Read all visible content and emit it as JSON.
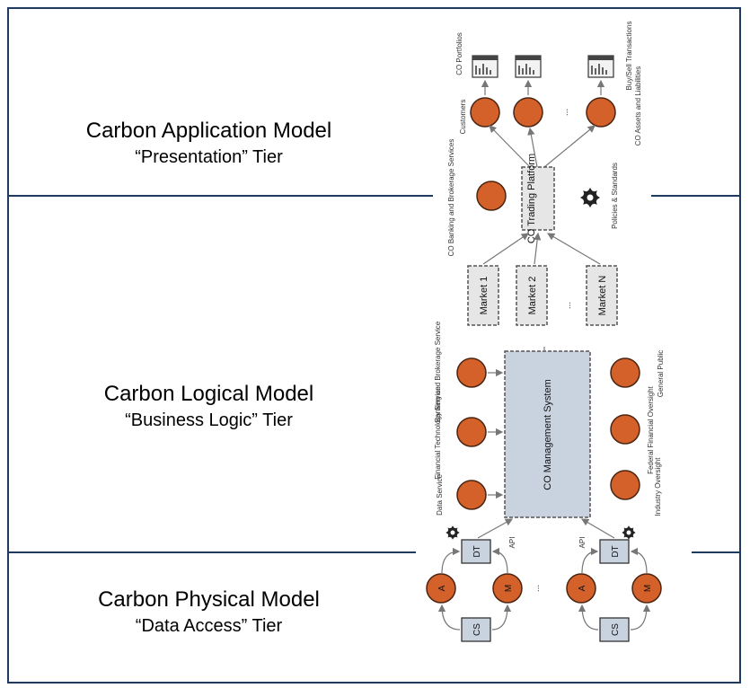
{
  "tiers": [
    {
      "title": "Carbon Application Model",
      "subtitle": "“Presentation” Tier"
    },
    {
      "title": "Carbon Logical Model",
      "subtitle": "“Business Logic” Tier"
    },
    {
      "title": "Carbon Physical Model",
      "subtitle": "“Data Access” Tier"
    }
  ],
  "presentation": {
    "co_portfolios": "CO Portfolios",
    "buy_sell": "Buy/Sell Transactions",
    "customers": "Customers",
    "co_assets": "CO Assets and Liabilities",
    "ellipsis": "...",
    "banking_brokerage": "CO Banking and Brokerage Services",
    "trading_platform": "CO Trading Platform",
    "policies": "Policies & Standards",
    "markets": [
      "Market 1",
      "Market 2",
      "Market N"
    ]
  },
  "logical": {
    "management_system": "CO Management System",
    "left_services": [
      "Banking and Brokerage Service",
      "Financial Technology Service",
      "Data Service"
    ],
    "right_stakeholders": [
      "General Public",
      "Federal Financial Oversight",
      "Industry Oversight"
    ]
  },
  "physical": {
    "dt": "DT",
    "api": "API",
    "a": "A",
    "m": "M",
    "cs": "CS",
    "ellipsis": "..."
  },
  "colors": {
    "frame": "#1f3a5f",
    "node_fill": "#d4602a",
    "node_stroke": "#4a2512",
    "box_fill": "#c9d3e0",
    "dashed_box_fill": "#e6e6e6"
  }
}
